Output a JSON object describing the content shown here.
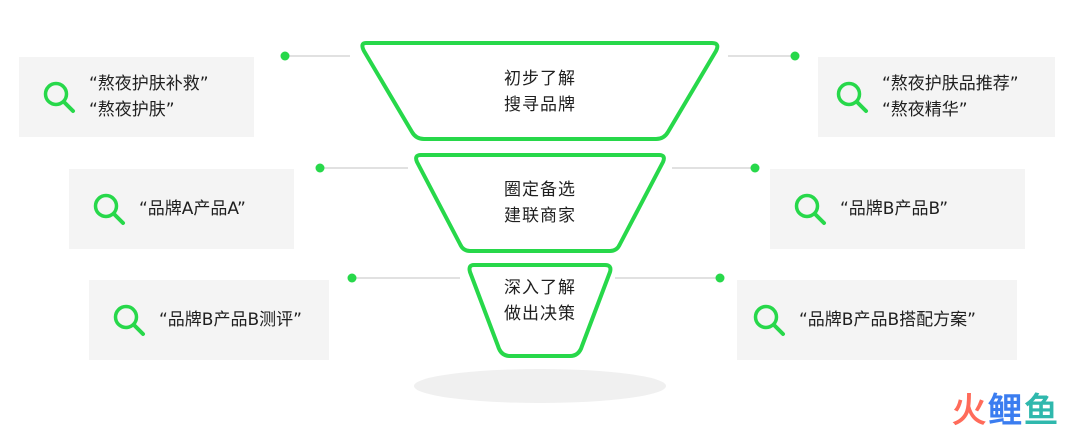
{
  "colors": {
    "accent": "#27d84a",
    "box_bg": "#f4f4f4",
    "connector": "#cfcfcf",
    "brand_1": "#ff6b5a",
    "brand_2": "#3b7df0",
    "brand_3": "#2fb8ad"
  },
  "stages": [
    {
      "lines": [
        "初步了解",
        "搜寻品牌"
      ]
    },
    {
      "lines": [
        "圈定备选",
        "建联商家"
      ]
    },
    {
      "lines": [
        "深入了解",
        "做出决策"
      ]
    }
  ],
  "left_keywords": [
    {
      "icon": "search-icon",
      "lines": [
        "“熬夜护肤补救”",
        "“熬夜护肤”"
      ]
    },
    {
      "icon": "search-icon",
      "lines": [
        "“品牌A产品A”"
      ]
    },
    {
      "icon": "search-icon",
      "lines": [
        "“品牌B产品B测评”"
      ]
    }
  ],
  "right_keywords": [
    {
      "icon": "search-icon",
      "lines": [
        "“熬夜护肤品推荐”",
        "“熬夜精华”"
      ]
    },
    {
      "icon": "search-icon",
      "lines": [
        "“品牌B产品B”"
      ]
    },
    {
      "icon": "search-icon",
      "lines": [
        "“品牌B产品B搭配方案”"
      ]
    }
  ],
  "brand": {
    "char1": "火",
    "char2": "鲤",
    "char3": "鱼"
  }
}
